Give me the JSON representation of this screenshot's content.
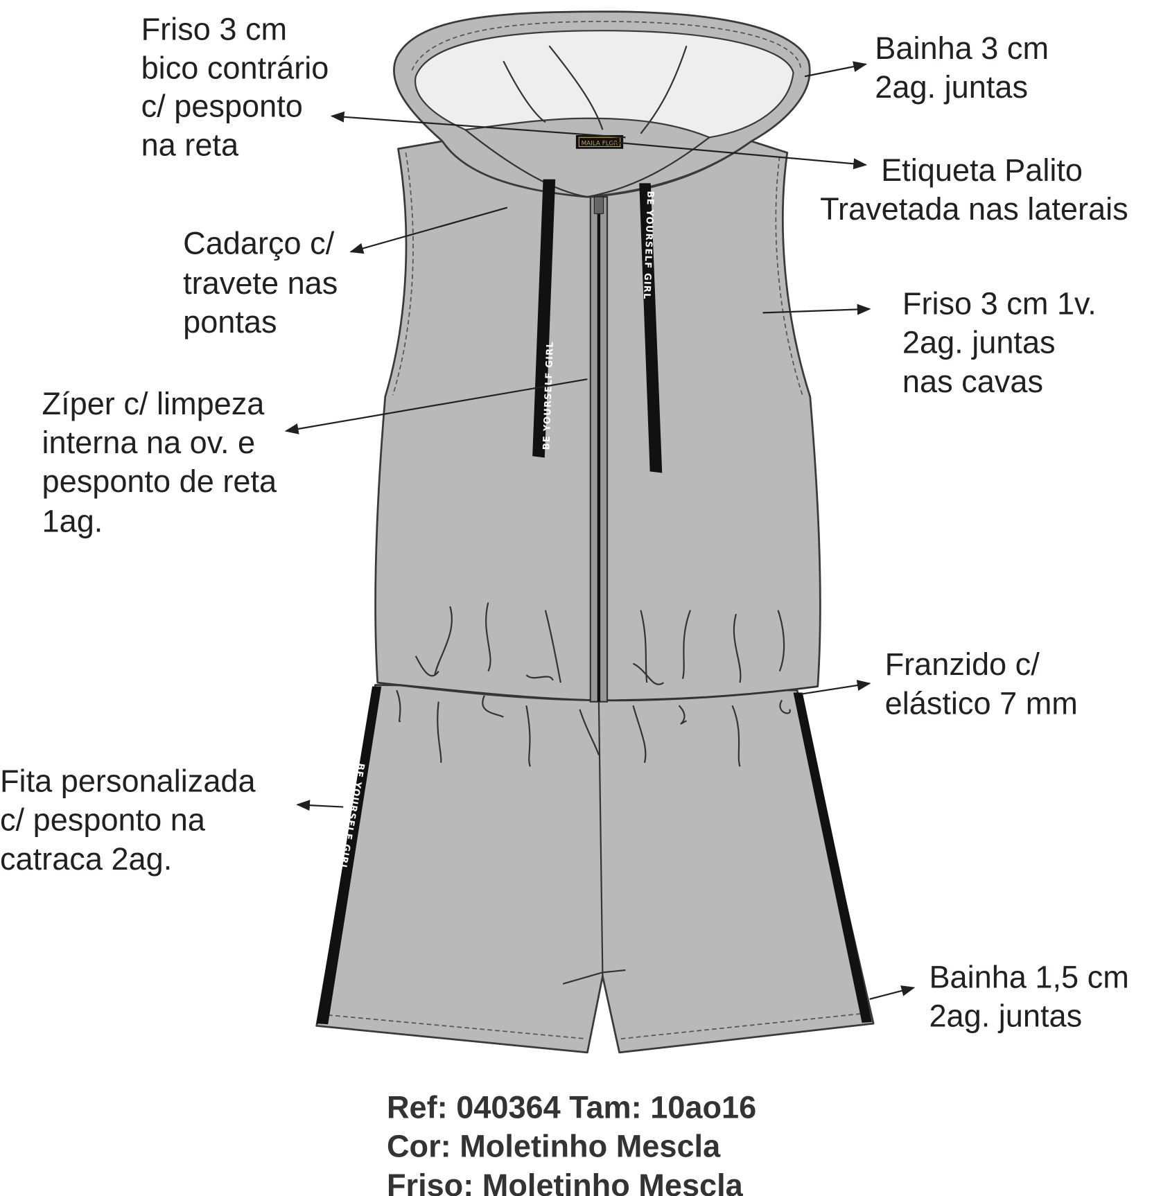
{
  "annotations": {
    "friso_hood": [
      "Friso 3 cm",
      "bico contrário",
      "c/ pesponto",
      "na reta"
    ],
    "bainha_hood": [
      "Bainha 3 cm",
      "2ag. juntas"
    ],
    "etiqueta": [
      "Etiqueta Palito",
      "Travetada nas laterais"
    ],
    "cadarco": [
      "Cadarço c/",
      "travete nas",
      "pontas"
    ],
    "friso_cavas": [
      "Friso 3 cm 1v.",
      "2ag. juntas",
      "nas cavas"
    ],
    "ziper": [
      "Zíper c/ limpeza",
      "interna na ov. e",
      "pesponto de reta",
      "1ag."
    ],
    "franzido": [
      "Franzido c/",
      "elástico 7 mm"
    ],
    "fita": [
      "Fita personalizada",
      "c/ pesponto na",
      "catraca 2ag."
    ],
    "bainha_shorts": [
      "Bainha 1,5 cm",
      "2ag. juntas"
    ]
  },
  "label_brand": "MAILA FLOR",
  "tape_text": "BE YOURSELF GIRL",
  "spec": {
    "ref": "Ref: 040364 Tam: 10ao16",
    "cor": "Cor: Moletinho Mescla",
    "friso": "Friso: Moletinho Mescla"
  },
  "colors": {
    "fabric": "#b9b9b9",
    "hood_lining": "#eeeeee",
    "tape": "#111111",
    "label_gold": "#c9a24a"
  }
}
